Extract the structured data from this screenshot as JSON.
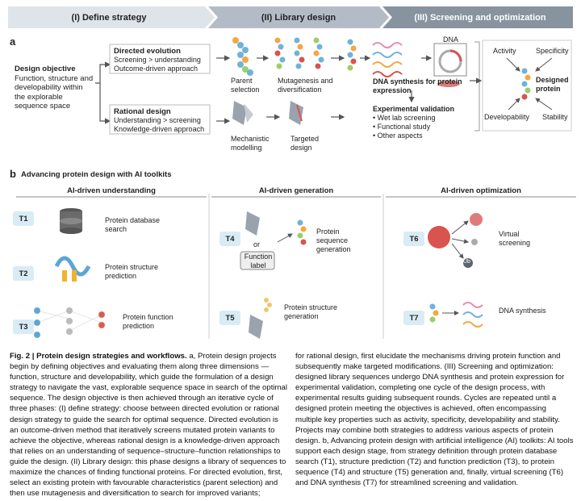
{
  "phases": [
    "(I) Define strategy",
    "(II) Library design",
    "(III) Screening and optimization"
  ],
  "panel_a": {
    "letter": "a",
    "design_objective": {
      "title": "Design objective",
      "body": "Function, structure and developability within the explorable sequence space"
    },
    "directed": {
      "title": "Directed evolution",
      "line1": "Screening > understanding",
      "line2": "Outcome-driven approach"
    },
    "rational": {
      "title": "Rational design",
      "line1": "Understanding > screening",
      "line2": "Knowledge-driven approach"
    },
    "parent": "Parent selection",
    "mutagenesis": "Mutagenesis and diversification",
    "mechanistic": "Mechanistic modelling",
    "targeted": "Targeted design",
    "dna_label": "DNA",
    "dna_synthesis": "DNA synthesis for protein expression",
    "exp_title": "Experimental validation",
    "exp_items": [
      "Wet lab screening",
      "Functional study",
      "Other aspects"
    ],
    "designed": "Designed protein",
    "properties": {
      "activity": "Activity",
      "specificity": "Specificity",
      "developability": "Developability",
      "stability": "Stability"
    }
  },
  "panel_b": {
    "letter": "b",
    "title": "Advancing protein design with AI toolkits",
    "sections": [
      "AI-driven understanding",
      "AI-driven generation",
      "AI-driven optimization"
    ],
    "tools": [
      {
        "id": "T1",
        "label": "Protein database search"
      },
      {
        "id": "T2",
        "label": "Protein structure prediction"
      },
      {
        "id": "T3",
        "label": "Protein function prediction"
      },
      {
        "id": "T4",
        "label": "Protein sequence generation"
      },
      {
        "id": "T5",
        "label": "Protein structure generation"
      },
      {
        "id": "T6",
        "label": "Virtual screening"
      },
      {
        "id": "T7",
        "label": "DNA synthesis"
      }
    ],
    "or": "or",
    "function_label": "Function label",
    "ub": "Ub"
  },
  "caption": {
    "fig": "Fig. 2 | Protein design strategies and workflows.",
    "col1": "a, Protein design projects begin by defining objectives and evaluating them along three dimensions — function, structure and developability, which guide the formulation of a design strategy to navigate the vast, explorable sequence space in search of the optimal sequence. The design objective is then achieved through an iterative cycle of three phases: (I) define strategy: choose between directed evolution or rational design strategy to guide the search for optimal sequence. Directed evolution is an outcome-driven method that iteratively screens mutated protein variants to achieve the objective, whereas rational design is a knowledge-driven approach that relies on an understanding of sequence–structure–function relationships to guide the design. (II) Library design: this phase designs a library of sequences to maximize the chances of finding functional proteins. For directed evolution, first, select an existing protein with favourable characteristics (parent selection) and then use mutagenesis and diversification to search for improved variants;",
    "col2": "for rational design, first elucidate the mechanisms driving protein function and subsequently make targeted modifications. (III) Screening and optimization: designed library sequences undergo DNA synthesis and protein expression for experimental validation, completing one cycle of the design process, with experimental results guiding subsequent rounds. Cycles are repeated until a designed protein meeting the objectives is achieved, often encompassing multiple key properties such as activity, specificity, developability and stability. Projects may combine both strategies to address various aspects of protein design. b, Advancing protein design with artificial intelligence (AI) toolkits: AI tools support each design stage, from strategy definition through protein database search (T1), structure prediction (T2) and function prediction (T3), to protein sequence (T4) and structure (T5) generation and, finally, virtual screening (T6) and DNA synthesis (T7) for streamlined screening and validation.",
    "colors": {
      "phase1": "#d6dce3",
      "phase2": "#aab4bf",
      "phase3": "#7e8a97",
      "tbox": "#d9ecf6",
      "accent_red": "#d9534f"
    }
  }
}
